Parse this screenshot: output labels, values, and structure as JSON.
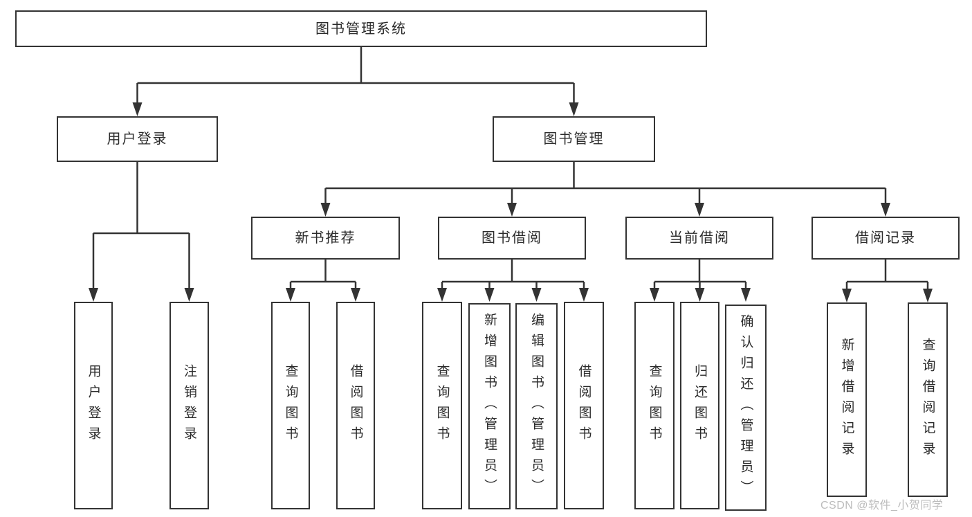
{
  "diagram": {
    "nodes": {
      "root": "图书管理系统",
      "user_login": "用户登录",
      "book_management": "图书管理",
      "new_book_recommend": "新书推荐",
      "book_borrow": "图书借阅",
      "current_borrow": "当前借阅",
      "borrow_record": "借阅记录",
      "leaf_user_login": "用户登录",
      "leaf_logout": "注销登录",
      "nbr_query_book": "查询图书",
      "nbr_borrow_book": "借阅图书",
      "bb_query_book": "查询图书",
      "bb_add_book": "新增图书（管理员）",
      "bb_edit_book": "编辑图书（管理员）",
      "bb_borrow_book": "借阅图书",
      "cb_query_book": "查询图书",
      "cb_return_book": "归还图书",
      "cb_confirm_return": "确认归还（管理员）",
      "br_add_record": "新增借阅记录",
      "br_query_record": "查询借阅记录"
    },
    "watermark": "CSDN @软件_小贺同学",
    "colors": {
      "line": "#333333",
      "text": "#2b2b2b",
      "background": "#ffffff",
      "watermark": "#bcbcbc"
    }
  }
}
